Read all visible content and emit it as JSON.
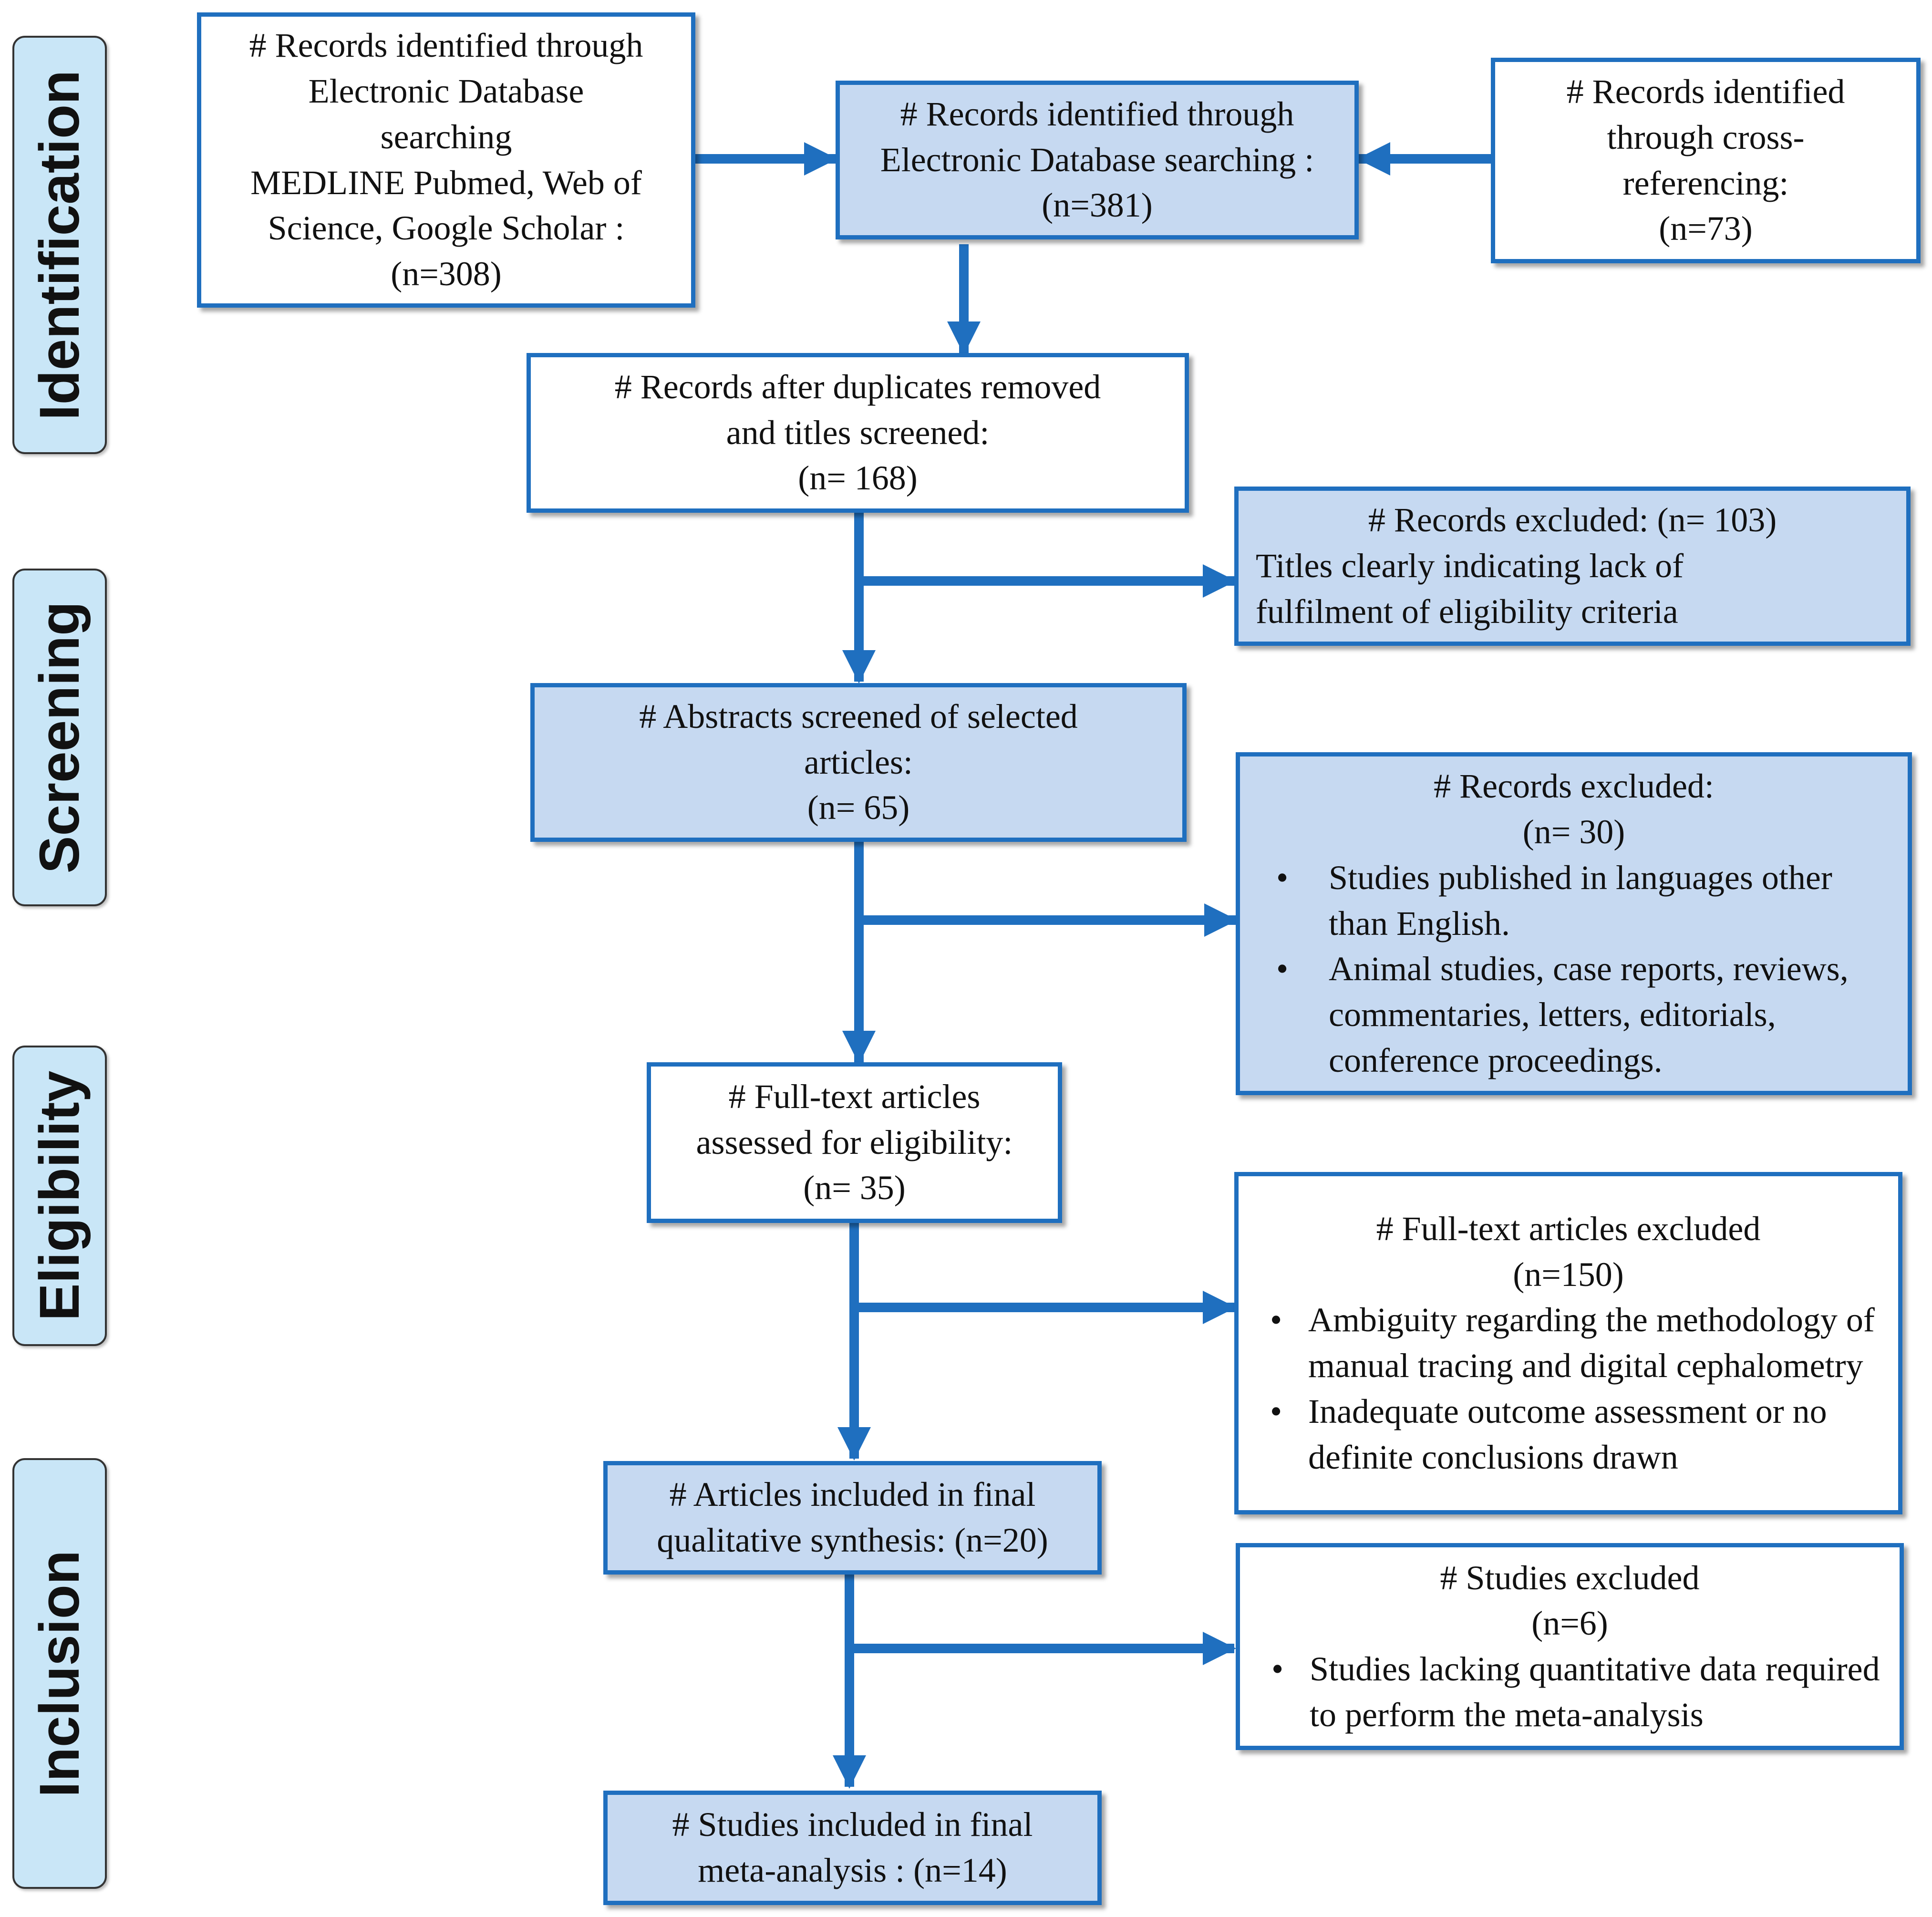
{
  "phases": {
    "identification": "Identification",
    "screening": "Screening",
    "eligibility": "Eligibility",
    "inclusion": "Inclusion"
  },
  "boxes": {
    "db_sources": {
      "lines": [
        "# Records identified through",
        "Electronic Database",
        "searching",
        "MEDLINE  Pubmed, Web of",
        "Science, Google Scholar :",
        "(n=308)"
      ]
    },
    "db_total": {
      "lines": [
        "# Records identified through",
        "Electronic Database searching :",
        "(n=381)"
      ]
    },
    "cross_ref": {
      "lines": [
        "# Records identified",
        "through cross-",
        "referencing:",
        "(n=73)"
      ]
    },
    "after_duplicates": {
      "lines": [
        "# Records after duplicates removed",
        "and titles screened:",
        "(n= 168)"
      ]
    },
    "excluded_titles": {
      "heading": "# Records excluded:  (n= 103)",
      "lines": [
        "Titles clearly indicating lack of",
        "fulfilment of eligibility criteria"
      ]
    },
    "abstracts": {
      "lines": [
        "# Abstracts screened of selected",
        "articles:",
        "(n= 65)"
      ]
    },
    "excluded_abstracts": {
      "heading": "# Records excluded:",
      "count": "(n= 30)",
      "bullets": [
        "Studies published in languages other than English.",
        "Animal studies, case reports, reviews, commentaries, letters, editorials, conference proceedings."
      ]
    },
    "fulltext": {
      "lines": [
        "# Full-text articles",
        "assessed for eligibility:",
        "(n= 35)"
      ]
    },
    "excluded_fulltext": {
      "heading": "# Full-text articles excluded",
      "count": "(n=150)",
      "bullets": [
        "Ambiguity regarding the methodology of manual tracing and digital cephalometry",
        "Inadequate outcome assessment or no definite conclusions drawn"
      ]
    },
    "qualitative": {
      "lines": [
        "# Articles included in final",
        "qualitative synthesis:  (n=20)"
      ]
    },
    "excluded_studies": {
      "heading": "# Studies excluded",
      "count": "(n=6)",
      "bullets": [
        "Studies lacking quantitative data required to perform the meta-analysis"
      ]
    },
    "meta_analysis": {
      "lines": [
        "# Studies included in final",
        "meta-analysis  : (n=14)"
      ]
    }
  },
  "colors": {
    "arrow": "#1f6fbf",
    "box_border": "#1f6fbf",
    "box_fill_blue": "#c6d9f1",
    "phase_fill": "#c9e6f7"
  }
}
